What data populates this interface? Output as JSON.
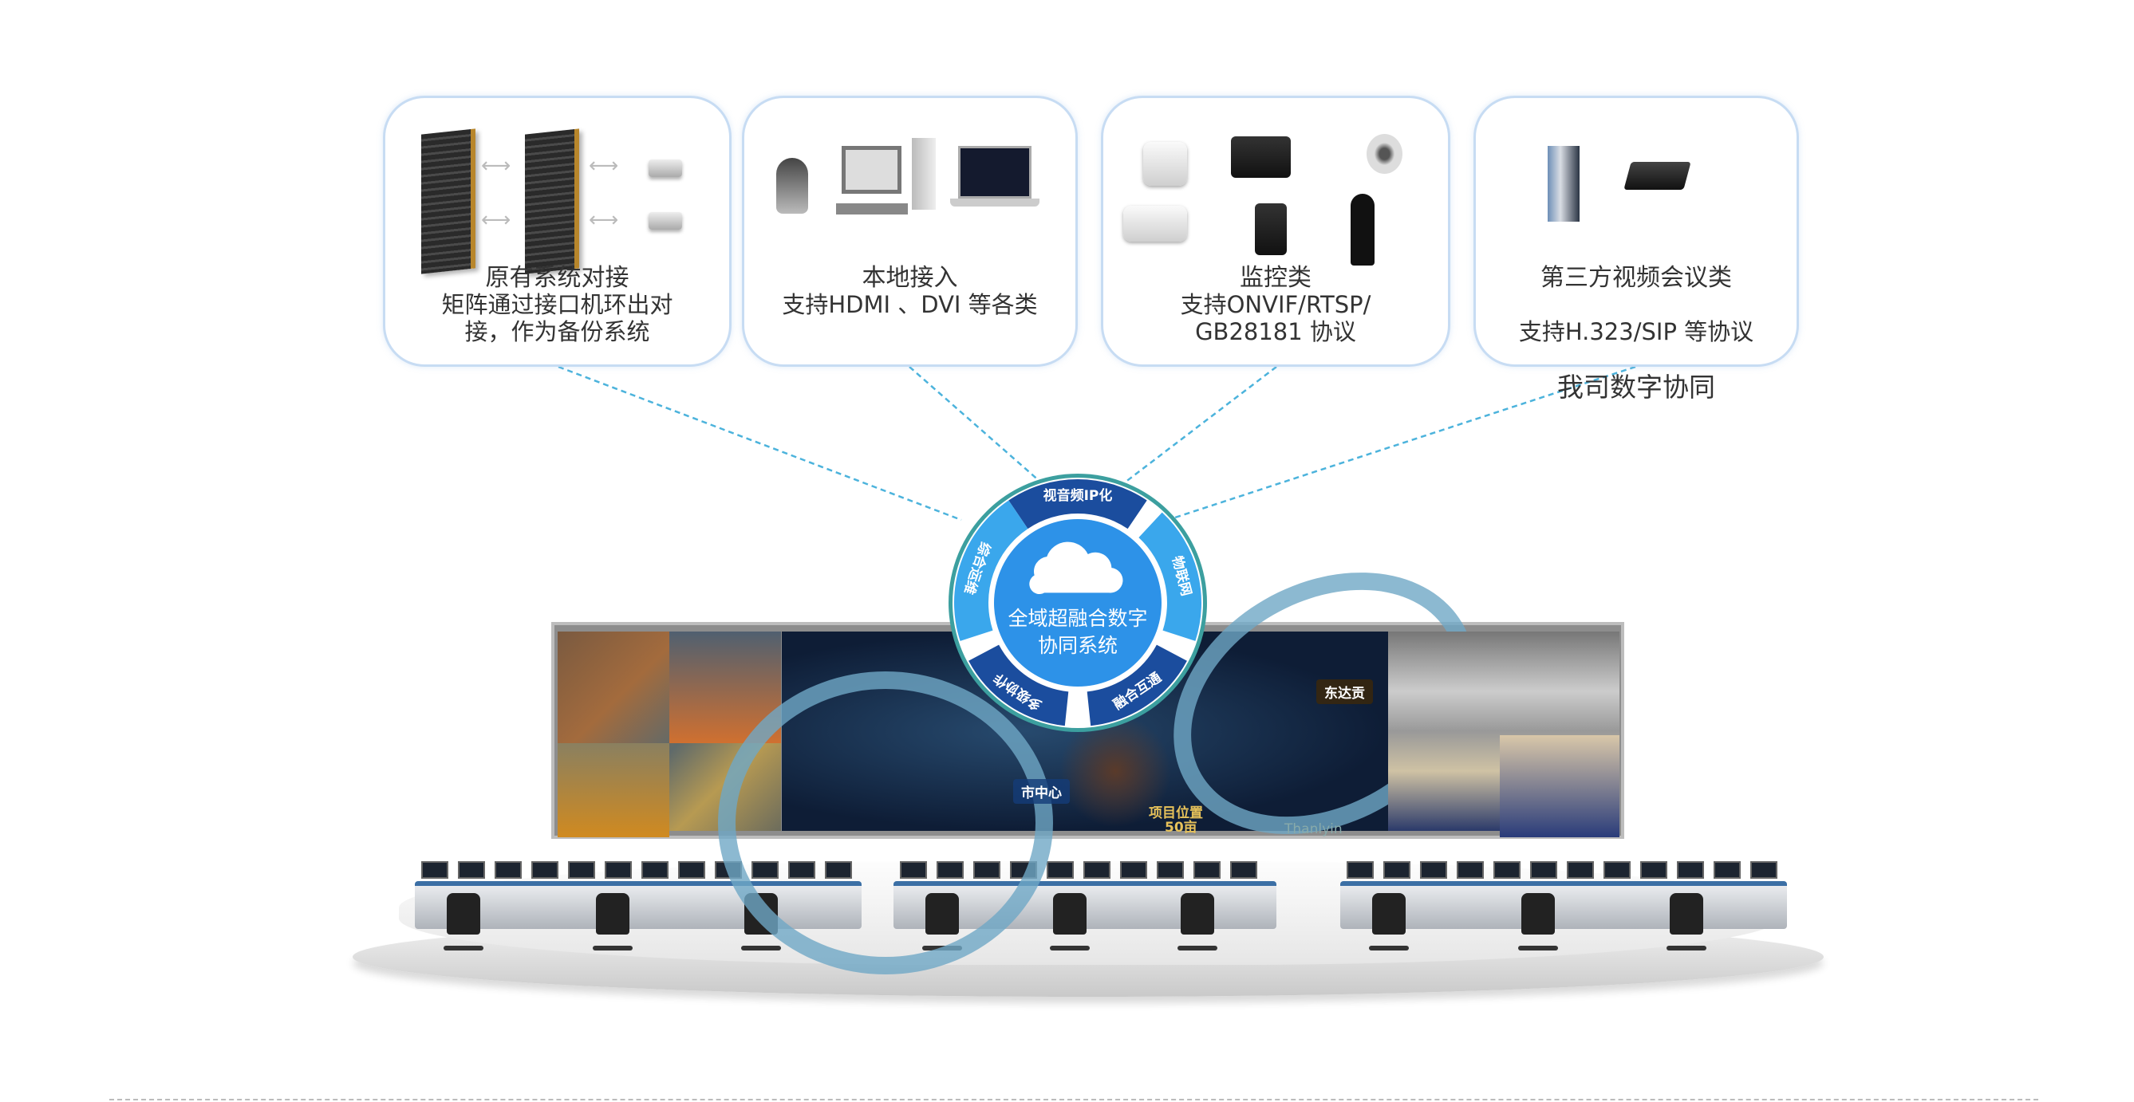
{
  "cards": [
    {
      "title": "原有系统对接",
      "desc": "矩阵通过接口机环出对\n接，作为备份系统"
    },
    {
      "title": "本地接入",
      "desc": "支持HDMI 、DVI 等各类"
    },
    {
      "title": "监控类",
      "desc": "支持ONVIF/RTSP/\nGB28181 协议"
    },
    {
      "title": "第三方视频会议类",
      "desc": "支持H.323/SIP 等协议",
      "desc_extra": "我司数字协同"
    }
  ],
  "hub": {
    "center_line1": "全域超融合数字",
    "center_line2": "协同系统",
    "segments": [
      "视音频IP化",
      "物联网",
      "融合互通",
      "多级协作",
      "综合运维"
    ],
    "colors": {
      "dark": "#1b4d9e",
      "light": "#3aa7ec",
      "center": "#2d92e8",
      "border": "#3c9f9f"
    }
  },
  "map": {
    "labels": [
      "市中心",
      "东达贡",
      "项目位置",
      "50亩",
      "Thanlyin"
    ]
  }
}
